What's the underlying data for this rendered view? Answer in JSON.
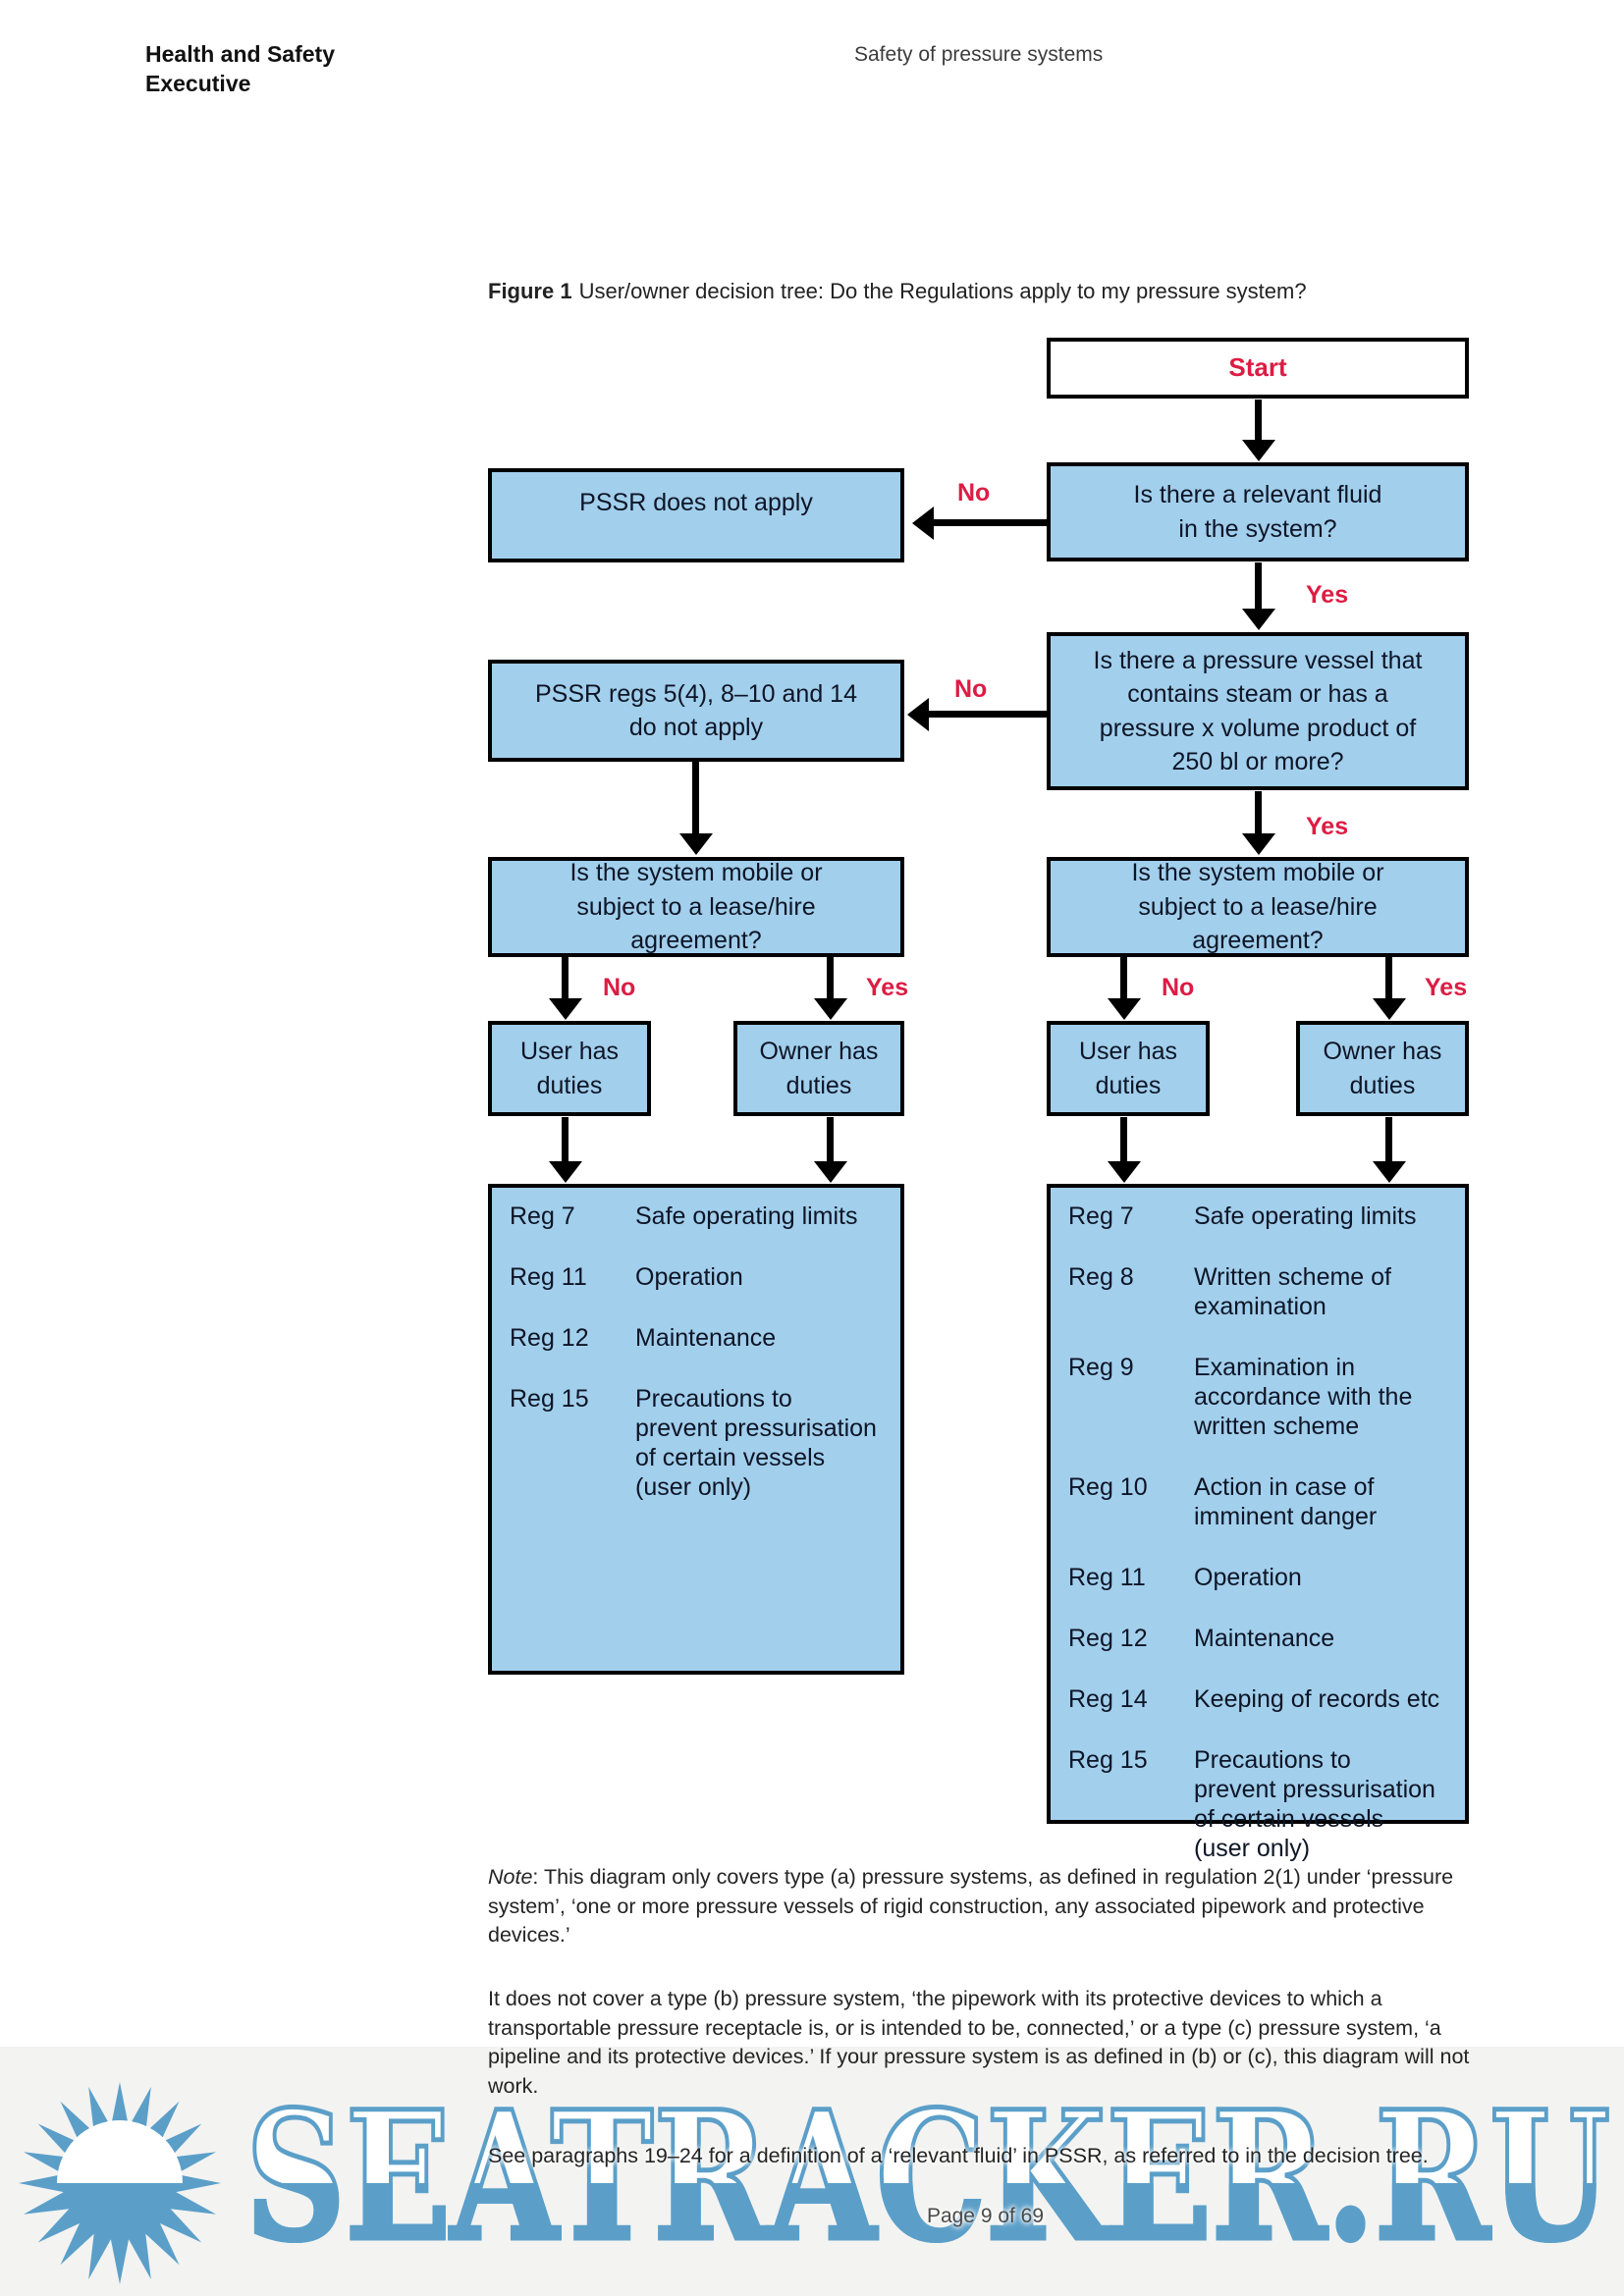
{
  "header": {
    "org_line1": "Health and Safety",
    "org_line2": "Executive",
    "doc_title": "Safety of pressure systems"
  },
  "figure": {
    "label": "Figure 1",
    "caption": "User/owner decision tree: Do the Regulations apply to my pressure system?"
  },
  "labels": {
    "start": "Start",
    "yes": "Yes",
    "no": "No"
  },
  "flowchart": {
    "q_relevant_fluid": "Is there a relevant fluid\nin the system?",
    "outcome_pssr_not_apply": "PSSR does not apply",
    "q_pressure_vessel": "Is there a pressure vessel that\ncontains steam or has a\npressure x volume product of\n250 bl or more?",
    "outcome_regs_not_apply": "PSSR regs 5(4), 8–10 and 14\ndo not apply",
    "q_mobile_left": "Is the system mobile or\nsubject to a lease/hire\nagreement?",
    "q_mobile_right": "Is the system mobile or\nsubject to a lease/hire\nagreement?",
    "user_duties_left": "User has\nduties",
    "owner_duties_left": "Owner has\nduties",
    "user_duties_right": "User has\nduties",
    "owner_duties_right": "Owner has\nduties",
    "reg_list_left": {
      "rows": [
        {
          "reg": "Reg 7",
          "desc": "Safe operating limits"
        },
        {
          "reg": "Reg 11",
          "desc": "Operation"
        },
        {
          "reg": "Reg 12",
          "desc": "Maintenance"
        },
        {
          "reg": "Reg 15",
          "desc": "Precautions to\nprevent pressurisation\nof certain vessels\n(user only)"
        }
      ]
    },
    "reg_list_right": {
      "rows": [
        {
          "reg": "Reg 7",
          "desc": "Safe operating limits"
        },
        {
          "reg": "Reg 8",
          "desc": "Written scheme of\nexamination"
        },
        {
          "reg": "Reg 9",
          "desc": "Examination in\naccordance with the\nwritten scheme"
        },
        {
          "reg": "Reg 10",
          "desc": "Action in case of\nimminent danger"
        },
        {
          "reg": "Reg 11",
          "desc": "Operation"
        },
        {
          "reg": "Reg 12",
          "desc": "Maintenance"
        },
        {
          "reg": "Reg 14",
          "desc": "Keeping of records etc"
        },
        {
          "reg": "Reg 15",
          "desc": "Precautions to\nprevent pressurisation\nof certain vessels\n(user only)"
        }
      ]
    }
  },
  "notes": {
    "note_label": "Note",
    "note_rest": ": This diagram only covers type (a) pressure systems, as defined in regulation 2(1) under ‘pressure system’, ‘one or more pressure vessels of rigid construction, any associated pipework and protective devices.’",
    "para2": "It does not cover a type (b) pressure system, ‘the pipework with its protective devices to which a transportable pressure receptacle is, or is intended to be, connected,’ or a type (c) pressure system, ‘a pipeline and its protective devices.’ If your pressure system is as defined in (b) or (c), this diagram will not work.",
    "para3": "See paragraphs 19–24 for a definition of a ‘relevant fluid’ in PSSR, as referred to in the decision tree."
  },
  "footer": {
    "page_indicator": "Page 9 of 69"
  },
  "watermark": {
    "text": "SEATRACKER.RU"
  },
  "colors": {
    "box_blue": "#a2cfec",
    "accent_red": "#dd1c44",
    "watermark_blue": "#5b9fc9"
  }
}
